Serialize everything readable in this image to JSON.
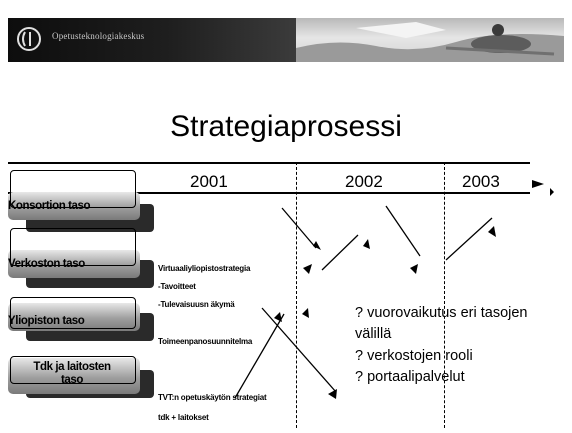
{
  "header": {
    "brand": "Opetusteknologiakeskus"
  },
  "title": "Strategiaprosessi",
  "years": [
    "2001",
    "2002",
    "2003"
  ],
  "levels": [
    {
      "label": "Konsortion taso"
    },
    {
      "label": "Verkoston taso"
    },
    {
      "label": "Yliopiston taso"
    },
    {
      "label_line1": "Tdk ja laitosten",
      "label_line2": "taso"
    }
  ],
  "items": {
    "virtual_strategy": "Virtuaaliyliopistostrategia",
    "goals": "-Tavoitteet",
    "vision": "-Tulevaisuusn äkymä",
    "implementation_plan": "Toimeenpanosuunnitelma",
    "tvt_strategy": "TVT:n opetuskäytön strategiat",
    "tdk_departments": "tdk + laitokset"
  },
  "questions": {
    "q1": "? vuorovaikutus eri tasojen",
    "q1b": "välillä",
    "q2": "? verkostojen rooli",
    "q3": "? portaalipalvelut"
  }
}
